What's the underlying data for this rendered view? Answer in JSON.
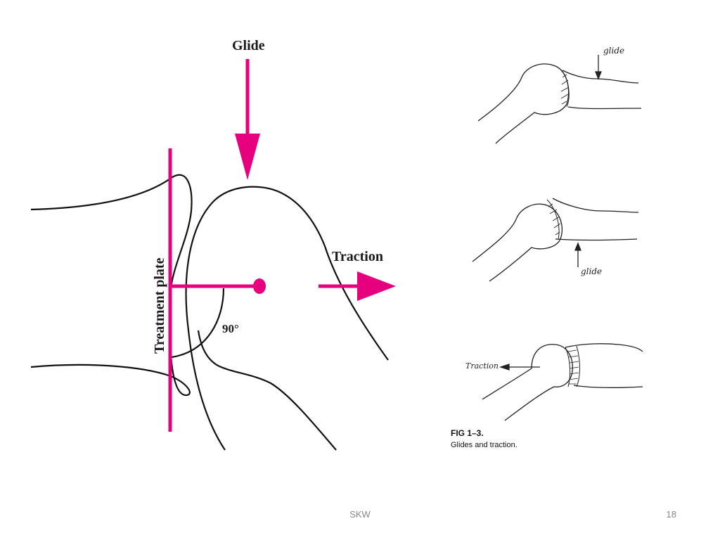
{
  "left_diagram": {
    "glide_label": "Glide",
    "traction_label": "Traction",
    "plate_label": "Treatment plate",
    "angle_label": "90°",
    "accent_color": "#e6007e"
  },
  "right_figure": {
    "panel1_label": "glide",
    "panel2_label": "glide",
    "panel3_label": "Traction",
    "fig_number": "FIG 1–3.",
    "fig_caption": "Glides and traction."
  },
  "footer": {
    "center_text": "SKW",
    "page_number": "18"
  }
}
